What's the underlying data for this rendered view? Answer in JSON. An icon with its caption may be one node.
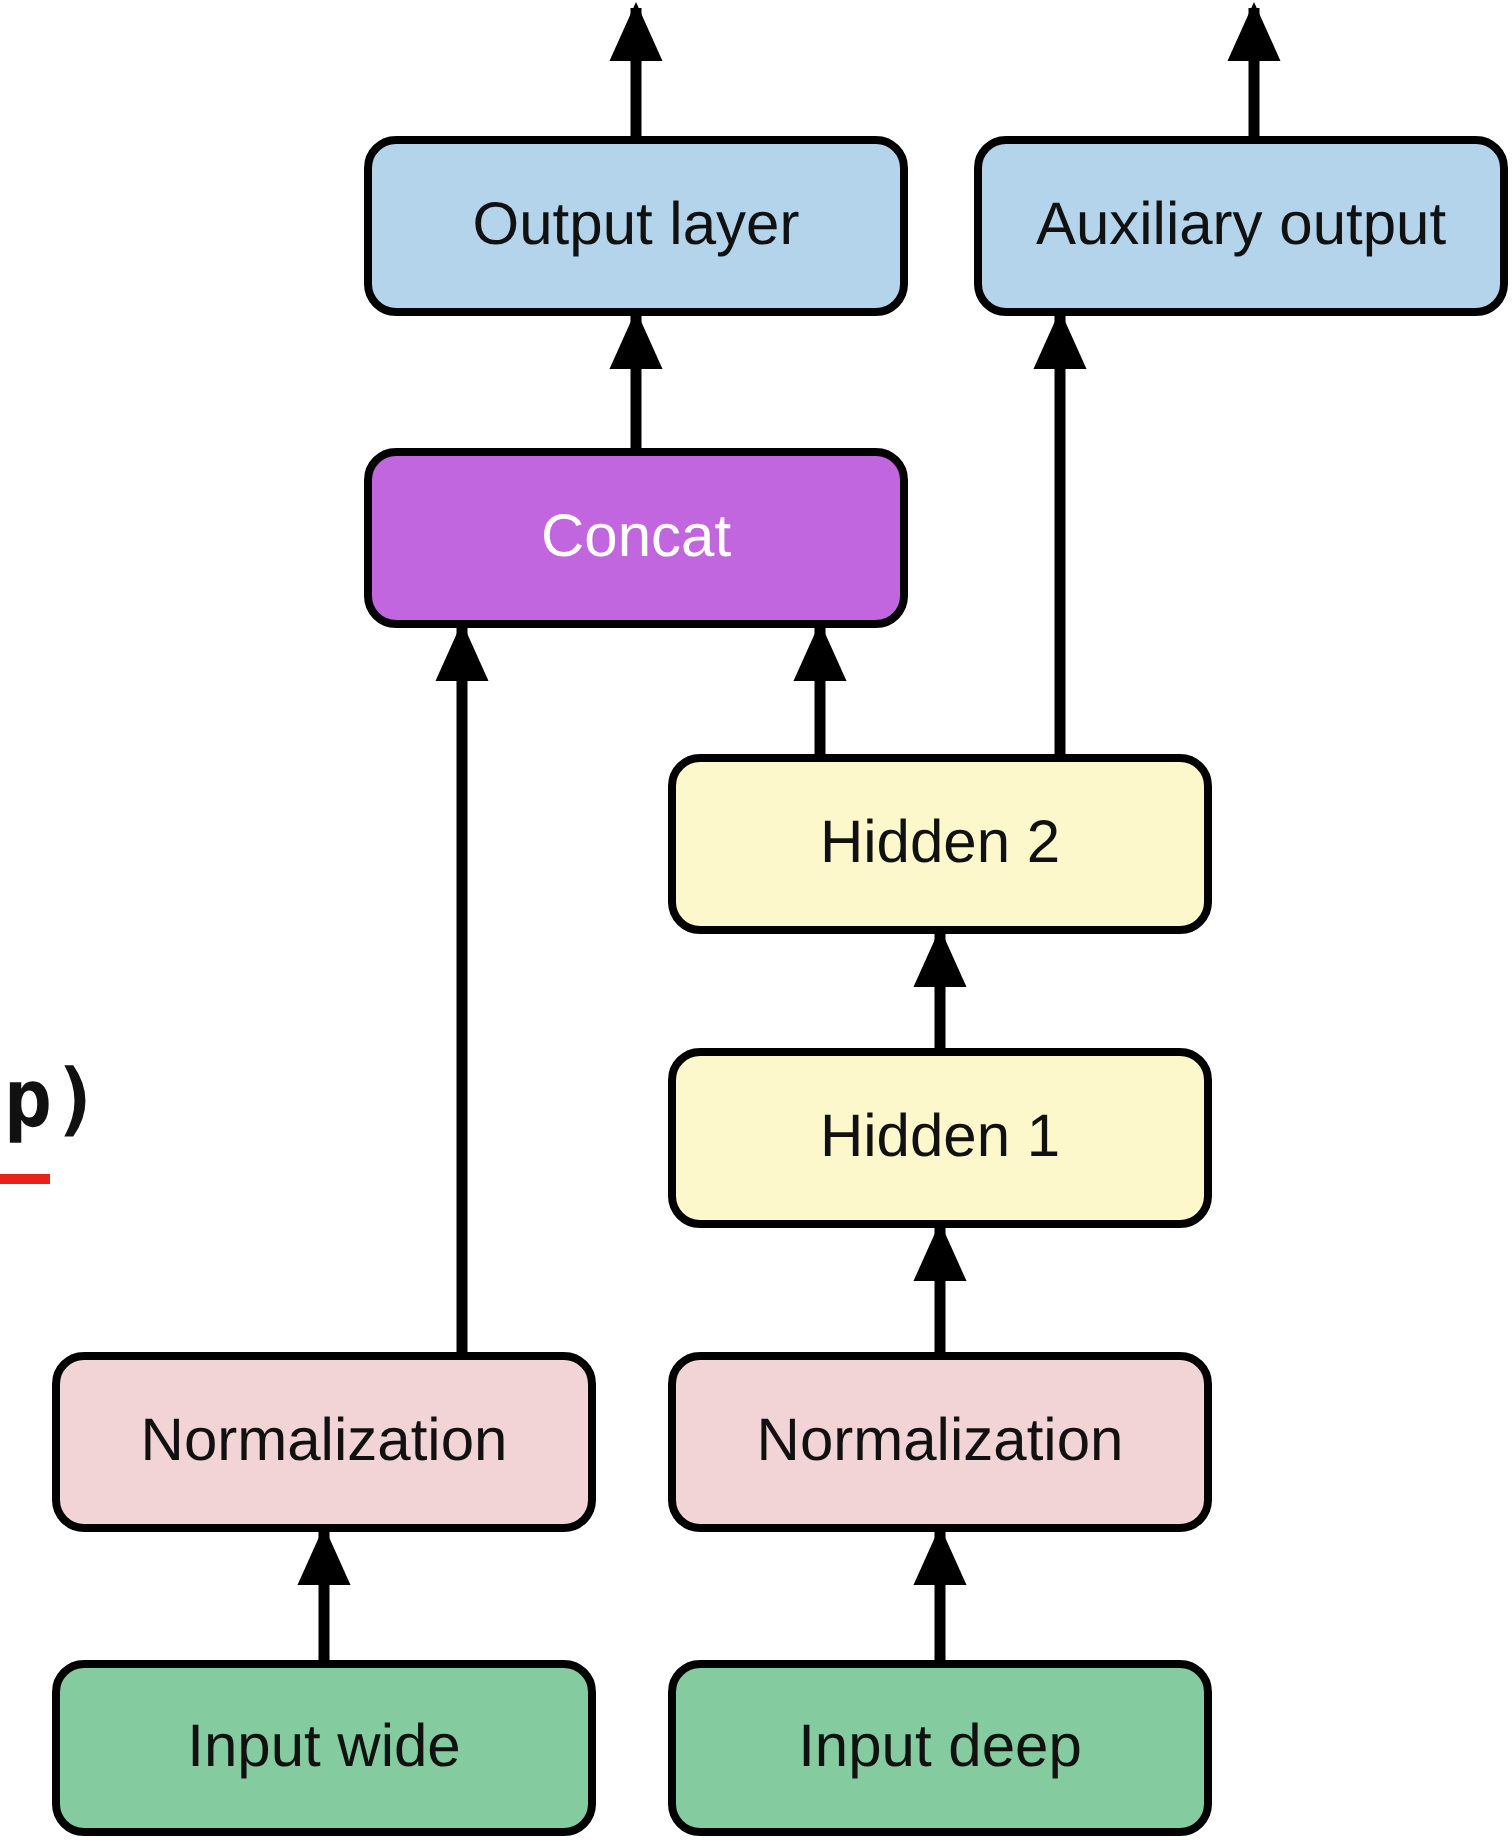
{
  "diagram": {
    "nodes": [
      {
        "text": [
          "Output layer"
        ]
      },
      {
        "text": [
          "Auxiliary output"
        ]
      },
      {
        "text": [
          "Concat"
        ]
      },
      {
        "text": [
          "Hidden 2"
        ]
      },
      {
        "text": [
          "Hidden 1"
        ]
      },
      {
        "text": [
          "Normalization"
        ]
      },
      {
        "text": [
          "Normalization"
        ]
      },
      {
        "text": [
          "Input wide"
        ]
      },
      {
        "text": [
          "Input deep"
        ]
      }
    ],
    "edges": [
      {
        "from": 0,
        "to": null,
        "arrow": "to"
      },
      {
        "from": 1,
        "to": null,
        "arrow": "to"
      },
      {
        "from": 2,
        "to": 0,
        "arrow": "to"
      },
      {
        "from": 3,
        "to": 1,
        "arrow": "to"
      },
      {
        "from": 5,
        "to": 2,
        "arrow": "to"
      },
      {
        "from": 3,
        "to": 2,
        "arrow": "to"
      },
      {
        "from": 4,
        "to": 3,
        "arrow": "to"
      },
      {
        "from": 6,
        "to": 4,
        "arrow": "to"
      },
      {
        "from": 7,
        "to": 5,
        "arrow": "to"
      },
      {
        "from": 8,
        "to": 6,
        "arrow": "to"
      }
    ],
    "labels": [
      "p)"
    ]
  }
}
